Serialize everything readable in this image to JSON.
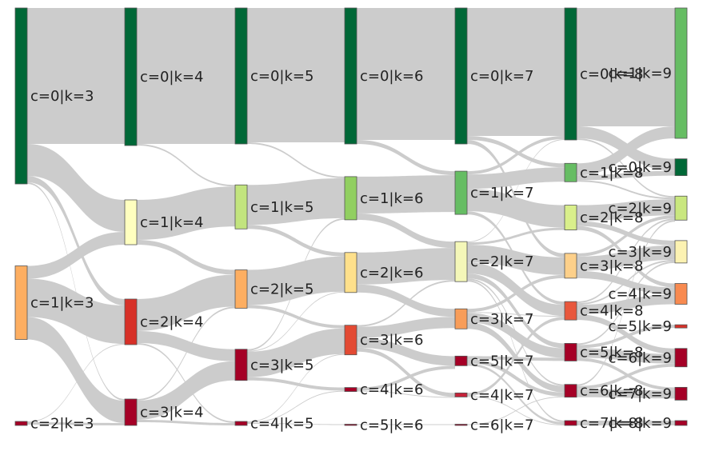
{
  "chart_data": {
    "type": "sankey",
    "columns": [
      [
        "c=0|k=3",
        "c=1|k=3",
        "c=2|k=3"
      ],
      [
        "c=0|k=4",
        "c=1|k=4",
        "c=2|k=4",
        "c=3|k=4"
      ],
      [
        "c=0|k=5",
        "c=1|k=5",
        "c=2|k=5",
        "c=3|k=5",
        "c=4|k=5"
      ],
      [
        "c=0|k=6",
        "c=1|k=6",
        "c=2|k=6",
        "c=3|k=6",
        "c=4|k=6",
        "c=5|k=6"
      ],
      [
        "c=0|k=7",
        "c=1|k=7",
        "c=2|k=7",
        "c=3|k=7",
        "c=5|k=7",
        "c=4|k=7",
        "c=6|k=7"
      ],
      [
        "c=0|k=8",
        "c=1|k=8",
        "c=2|k=8",
        "c=3|k=8",
        "c=4|k=8",
        "c=5|k=8",
        "c=6|k=8",
        "c=7|k=8"
      ],
      [
        "c=1|k=9",
        "c=0|k=9",
        "c=2|k=9",
        "c=3|k=9",
        "c=4|k=9",
        "c=5|k=9",
        "c=6|k=9",
        "c=7|k=9",
        "c=8|k=9"
      ]
    ],
    "node_values": {
      "c=0|k=3": 220,
      "c=1|k=3": 92,
      "c=2|k=3": 5,
      "c=0|k=4": 172,
      "c=1|k=4": 56,
      "c=2|k=4": 57,
      "c=3|k=4": 33,
      "c=0|k=5": 170,
      "c=1|k=5": 55,
      "c=2|k=5": 48,
      "c=3|k=5": 39,
      "c=4|k=5": 5,
      "c=0|k=6": 170,
      "c=1|k=6": 54,
      "c=2|k=6": 50,
      "c=3|k=6": 37,
      "c=4|k=6": 5,
      "c=5|k=6": 1,
      "c=0|k=7": 170,
      "c=1|k=7": 54,
      "c=2|k=7": 50,
      "c=3|k=7": 25,
      "c=5|k=7": 12,
      "c=4|k=7": 5,
      "c=6|k=7": 1,
      "c=0|k=8": 165,
      "c=1|k=8": 23,
      "c=2|k=8": 31,
      "c=3|k=8": 31,
      "c=4|k=8": 23,
      "c=5|k=8": 22,
      "c=6|k=8": 16,
      "c=7|k=8": 6,
      "c=1|k=9": 163,
      "c=0|k=9": 21,
      "c=2|k=9": 30,
      "c=3|k=9": 28,
      "c=4|k=9": 26,
      "c=5|k=9": 4,
      "c=6|k=9": 23,
      "c=7|k=9": 16,
      "c=8|k=9": 6
    },
    "node_colors": {
      "c=0|k=3": "#006837",
      "c=1|k=3": "#fdae61",
      "c=2|k=3": "#a50026",
      "c=0|k=4": "#006837",
      "c=1|k=4": "#ffffbf",
      "c=2|k=4": "#d73027",
      "c=3|k=4": "#a50026",
      "c=0|k=5": "#006837",
      "c=1|k=5": "#c2e47e",
      "c=2|k=5": "#fdae61",
      "c=3|k=5": "#a50026",
      "c=4|k=5": "#a50026",
      "c=0|k=6": "#006837",
      "c=1|k=6": "#91cf60",
      "c=2|k=6": "#fee08b",
      "c=3|k=6": "#e34a33",
      "c=4|k=6": "#a50026",
      "c=5|k=6": "#a50026",
      "c=0|k=7": "#006837",
      "c=1|k=7": "#66bd63",
      "c=2|k=7": "#f4f7b8",
      "c=3|k=7": "#f89d59",
      "c=5|k=7": "#a50026",
      "c=4|k=7": "#c5233a",
      "c=6|k=7": "#a50026",
      "c=0|k=8": "#006837",
      "c=1|k=8": "#66bd63",
      "c=2|k=8": "#d9ef8b",
      "c=3|k=8": "#fdd08a",
      "c=4|k=8": "#e8573c",
      "c=5|k=8": "#a50026",
      "c=6|k=8": "#a50026",
      "c=7|k=8": "#a50026",
      "c=1|k=9": "#66bd63",
      "c=0|k=9": "#006837",
      "c=2|k=9": "#c9e77f",
      "c=3|k=9": "#fcf2b2",
      "c=4|k=9": "#f88a50",
      "c=5|k=9": "#d73027",
      "c=6|k=9": "#a50026",
      "c=7|k=9": "#a50026",
      "c=8|k=9": "#a50026"
    },
    "links": [
      [
        "c=0|k=3",
        "c=0|k=4",
        170
      ],
      [
        "c=0|k=3",
        "c=1|k=4",
        40
      ],
      [
        "c=0|k=3",
        "c=2|k=4",
        8
      ],
      [
        "c=0|k=3",
        "c=3|k=4",
        2
      ],
      [
        "c=1|k=3",
        "c=1|k=4",
        16
      ],
      [
        "c=1|k=3",
        "c=2|k=4",
        48
      ],
      [
        "c=1|k=3",
        "c=3|k=4",
        28
      ],
      [
        "c=2|k=3",
        "c=3|k=4",
        3
      ],
      [
        "c=2|k=3",
        "c=2|k=4",
        1
      ],
      [
        "c=0|k=3",
        "c=0|k=4",
        0
      ],
      [
        "c=0|k=4",
        "c=0|k=5",
        170
      ],
      [
        "c=0|k=4",
        "c=1|k=5",
        2
      ],
      [
        "c=1|k=4",
        "c=1|k=5",
        50
      ],
      [
        "c=1|k=4",
        "c=2|k=5",
        6
      ],
      [
        "c=2|k=4",
        "c=2|k=5",
        40
      ],
      [
        "c=2|k=4",
        "c=3|k=5",
        15
      ],
      [
        "c=2|k=4",
        "c=4|k=5",
        2
      ],
      [
        "c=3|k=4",
        "c=3|k=5",
        24
      ],
      [
        "c=3|k=4",
        "c=4|k=5",
        3
      ],
      [
        "c=3|k=4",
        "c=2|k=5",
        2
      ],
      [
        "c=1|k=4",
        "c=0|k=5",
        0
      ],
      [
        "c=0|k=5",
        "c=0|k=6",
        168
      ],
      [
        "c=0|k=5",
        "c=1|k=6",
        2
      ],
      [
        "c=1|k=5",
        "c=1|k=6",
        50
      ],
      [
        "c=1|k=5",
        "c=2|k=6",
        5
      ],
      [
        "c=2|k=5",
        "c=2|k=6",
        44
      ],
      [
        "c=2|k=5",
        "c=3|k=6",
        4
      ],
      [
        "c=3|k=5",
        "c=3|k=6",
        32
      ],
      [
        "c=3|k=5",
        "c=4|k=6",
        4
      ],
      [
        "c=3|k=5",
        "c=1|k=6",
        2
      ],
      [
        "c=3|k=5",
        "c=2|k=6",
        1
      ],
      [
        "c=4|k=5",
        "c=2|k=6",
        0
      ],
      [
        "c=4|k=5",
        "c=5|k=6",
        1
      ],
      [
        "c=4|k=5",
        "c=4|k=6",
        1
      ],
      [
        "c=4|k=5",
        "c=3|k=6",
        1
      ],
      [
        "c=0|k=5",
        "c=0|k=6",
        0
      ],
      [
        "c=0|k=6",
        "c=0|k=7",
        165
      ],
      [
        "c=0|k=6",
        "c=1|k=7",
        5
      ],
      [
        "c=1|k=6",
        "c=1|k=7",
        46
      ],
      [
        "c=1|k=6",
        "c=2|k=7",
        8
      ],
      [
        "c=2|k=6",
        "c=2|k=7",
        40
      ],
      [
        "c=2|k=6",
        "c=3|k=7",
        10
      ],
      [
        "c=3|k=6",
        "c=3|k=7",
        14
      ],
      [
        "c=3|k=6",
        "c=5|k=7",
        12
      ],
      [
        "c=3|k=6",
        "c=4|k=7",
        5
      ],
      [
        "c=3|k=6",
        "c=2|k=7",
        2
      ],
      [
        "c=4|k=6",
        "c=5|k=7",
        4
      ],
      [
        "c=4|k=6",
        "c=4|k=7",
        1
      ],
      [
        "c=5|k=6",
        "c=6|k=7",
        1
      ],
      [
        "c=0|k=7",
        "c=0|k=8",
        160
      ],
      [
        "c=0|k=7",
        "c=3|k=8",
        5
      ],
      [
        "c=0|k=7",
        "c=1|k=8",
        5
      ],
      [
        "c=1|k=7",
        "c=1|k=8",
        18
      ],
      [
        "c=1|k=7",
        "c=2|k=8",
        28
      ],
      [
        "c=1|k=7",
        "c=4|k=8",
        4
      ],
      [
        "c=1|k=7",
        "c=0|k=8",
        4
      ],
      [
        "c=2|k=7",
        "c=3|k=8",
        22
      ],
      [
        "c=2|k=7",
        "c=4|k=8",
        14
      ],
      [
        "c=2|k=7",
        "c=2|k=8",
        3
      ],
      [
        "c=2|k=7",
        "c=5|k=8",
        6
      ],
      [
        "c=2|k=7",
        "c=0|k=8",
        1
      ],
      [
        "c=2|k=7",
        "c=6|k=8",
        2
      ],
      [
        "c=2|k=7",
        "c=7|k=8",
        2
      ],
      [
        "c=3|k=7",
        "c=5|k=8",
        12
      ],
      [
        "c=3|k=7",
        "c=6|k=8",
        8
      ],
      [
        "c=3|k=7",
        "c=3|k=8",
        4
      ],
      [
        "c=3|k=7",
        "c=4|k=8",
        1
      ],
      [
        "c=5|k=7",
        "c=6|k=8",
        5
      ],
      [
        "c=5|k=7",
        "c=7|k=8",
        3
      ],
      [
        "c=5|k=7",
        "c=5|k=8",
        4
      ],
      [
        "c=4|k=7",
        "c=4|k=8",
        4
      ],
      [
        "c=4|k=7",
        "c=7|k=8",
        1
      ],
      [
        "c=6|k=7",
        "c=6|k=8",
        1
      ],
      [
        "c=0|k=8",
        "c=1|k=9",
        148
      ],
      [
        "c=0|k=8",
        "c=0|k=9",
        15
      ],
      [
        "c=0|k=8",
        "c=2|k=9",
        2
      ],
      [
        "c=1|k=8",
        "c=1|k=9",
        15
      ],
      [
        "c=1|k=8",
        "c=0|k=9",
        6
      ],
      [
        "c=1|k=8",
        "c=2|k=9",
        2
      ],
      [
        "c=2|k=8",
        "c=2|k=9",
        20
      ],
      [
        "c=2|k=8",
        "c=3|k=9",
        6
      ],
      [
        "c=2|k=8",
        "c=4|k=9",
        5
      ],
      [
        "c=3|k=8",
        "c=3|k=9",
        18
      ],
      [
        "c=3|k=8",
        "c=4|k=9",
        9
      ],
      [
        "c=3|k=8",
        "c=2|k=9",
        4
      ],
      [
        "c=4|k=8",
        "c=4|k=9",
        12
      ],
      [
        "c=4|k=8",
        "c=6|k=9",
        7
      ],
      [
        "c=4|k=8",
        "c=3|k=9",
        2
      ],
      [
        "c=4|k=8",
        "c=2|k=9",
        2
      ],
      [
        "c=5|k=8",
        "c=6|k=9",
        12
      ],
      [
        "c=5|k=8",
        "c=5|k=9",
        4
      ],
      [
        "c=5|k=8",
        "c=7|k=9",
        4
      ],
      [
        "c=5|k=8",
        "c=3|k=9",
        2
      ],
      [
        "c=6|k=8",
        "c=7|k=9",
        10
      ],
      [
        "c=6|k=8",
        "c=6|k=9",
        4
      ],
      [
        "c=6|k=8",
        "c=2|k=9",
        2
      ],
      [
        "c=7|k=8",
        "c=8|k=9",
        6
      ]
    ]
  }
}
